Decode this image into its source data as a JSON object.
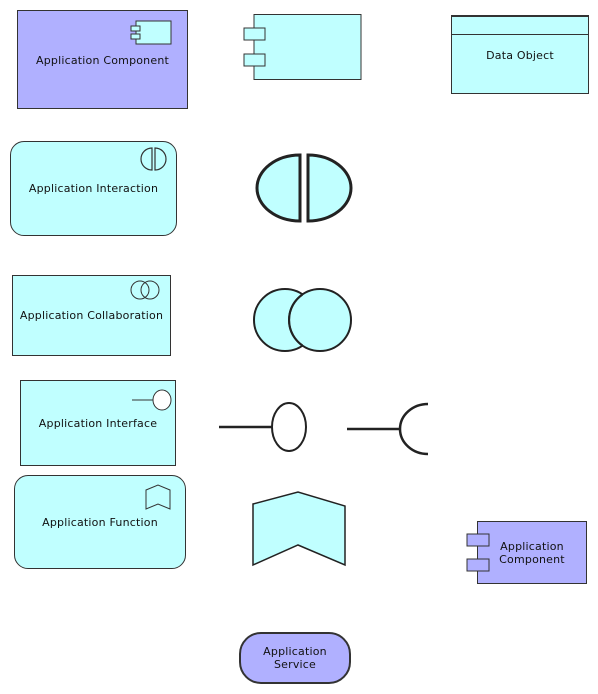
{
  "labels": {
    "app_component_top": "Application  Component",
    "data_object": "Data Object",
    "app_interaction": "Application Interaction",
    "app_collaboration": "Application Collaboration",
    "app_interface": "Application Interface",
    "app_function": "Application Function",
    "app_component_small_line1": "Application",
    "app_component_small_line2": "Component",
    "app_service": "Application Service"
  },
  "colors": {
    "cyan": "#c0ffff",
    "blue": "#b0b0ff",
    "stroke": "#333333"
  }
}
